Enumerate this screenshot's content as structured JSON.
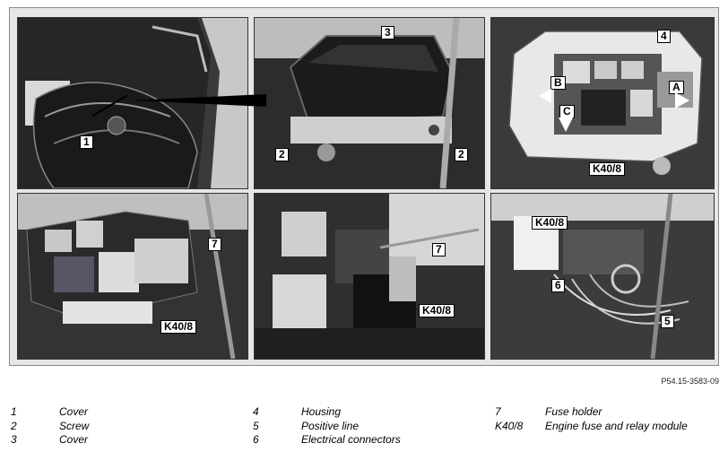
{
  "figure": {
    "reference": "P54.15-3583-09",
    "panels": [
      {
        "id": "p1",
        "labels": [
          "1"
        ]
      },
      {
        "id": "p2",
        "labels": [
          "3",
          "2",
          "2"
        ]
      },
      {
        "id": "p3",
        "labels": [
          "4",
          "B",
          "A",
          "C",
          "K40/8"
        ]
      },
      {
        "id": "p4",
        "labels": [
          "7",
          "K40/8"
        ]
      },
      {
        "id": "p5",
        "labels": [
          "7",
          "K40/8"
        ]
      },
      {
        "id": "p6",
        "labels": [
          "K40/8",
          "6",
          "5"
        ]
      }
    ]
  },
  "legend": [
    {
      "num": "1",
      "text": "Cover"
    },
    {
      "num": "2",
      "text": "Screw"
    },
    {
      "num": "3",
      "text": "Cover"
    },
    {
      "num": "4",
      "text": "Housing"
    },
    {
      "num": "5",
      "text": "Positive line"
    },
    {
      "num": "6",
      "text": "Electrical connectors"
    },
    {
      "num": "7",
      "text": "Fuse holder"
    },
    {
      "num": "K40/8",
      "text": "Engine fuse and relay module"
    }
  ]
}
